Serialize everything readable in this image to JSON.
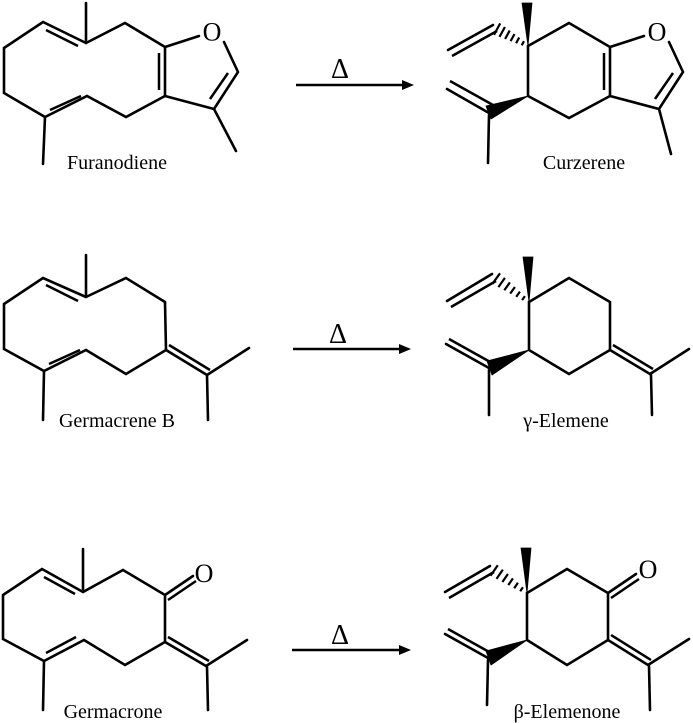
{
  "scheme": {
    "description": "thermal rearrangement reaction scheme",
    "reactions": [
      {
        "reactant": "Furanodiene",
        "condition": "Δ",
        "product": "Curzerene"
      },
      {
        "reactant": "Germacrene B",
        "condition": "Δ",
        "product": "γ-Elemene"
      },
      {
        "reactant": "Germacrone",
        "condition": "Δ",
        "product": "β-Elemenone"
      }
    ],
    "atom_labels": {
      "oxygen": "O"
    },
    "colors": {
      "ink": "#000000",
      "background": "#ffffff"
    }
  }
}
